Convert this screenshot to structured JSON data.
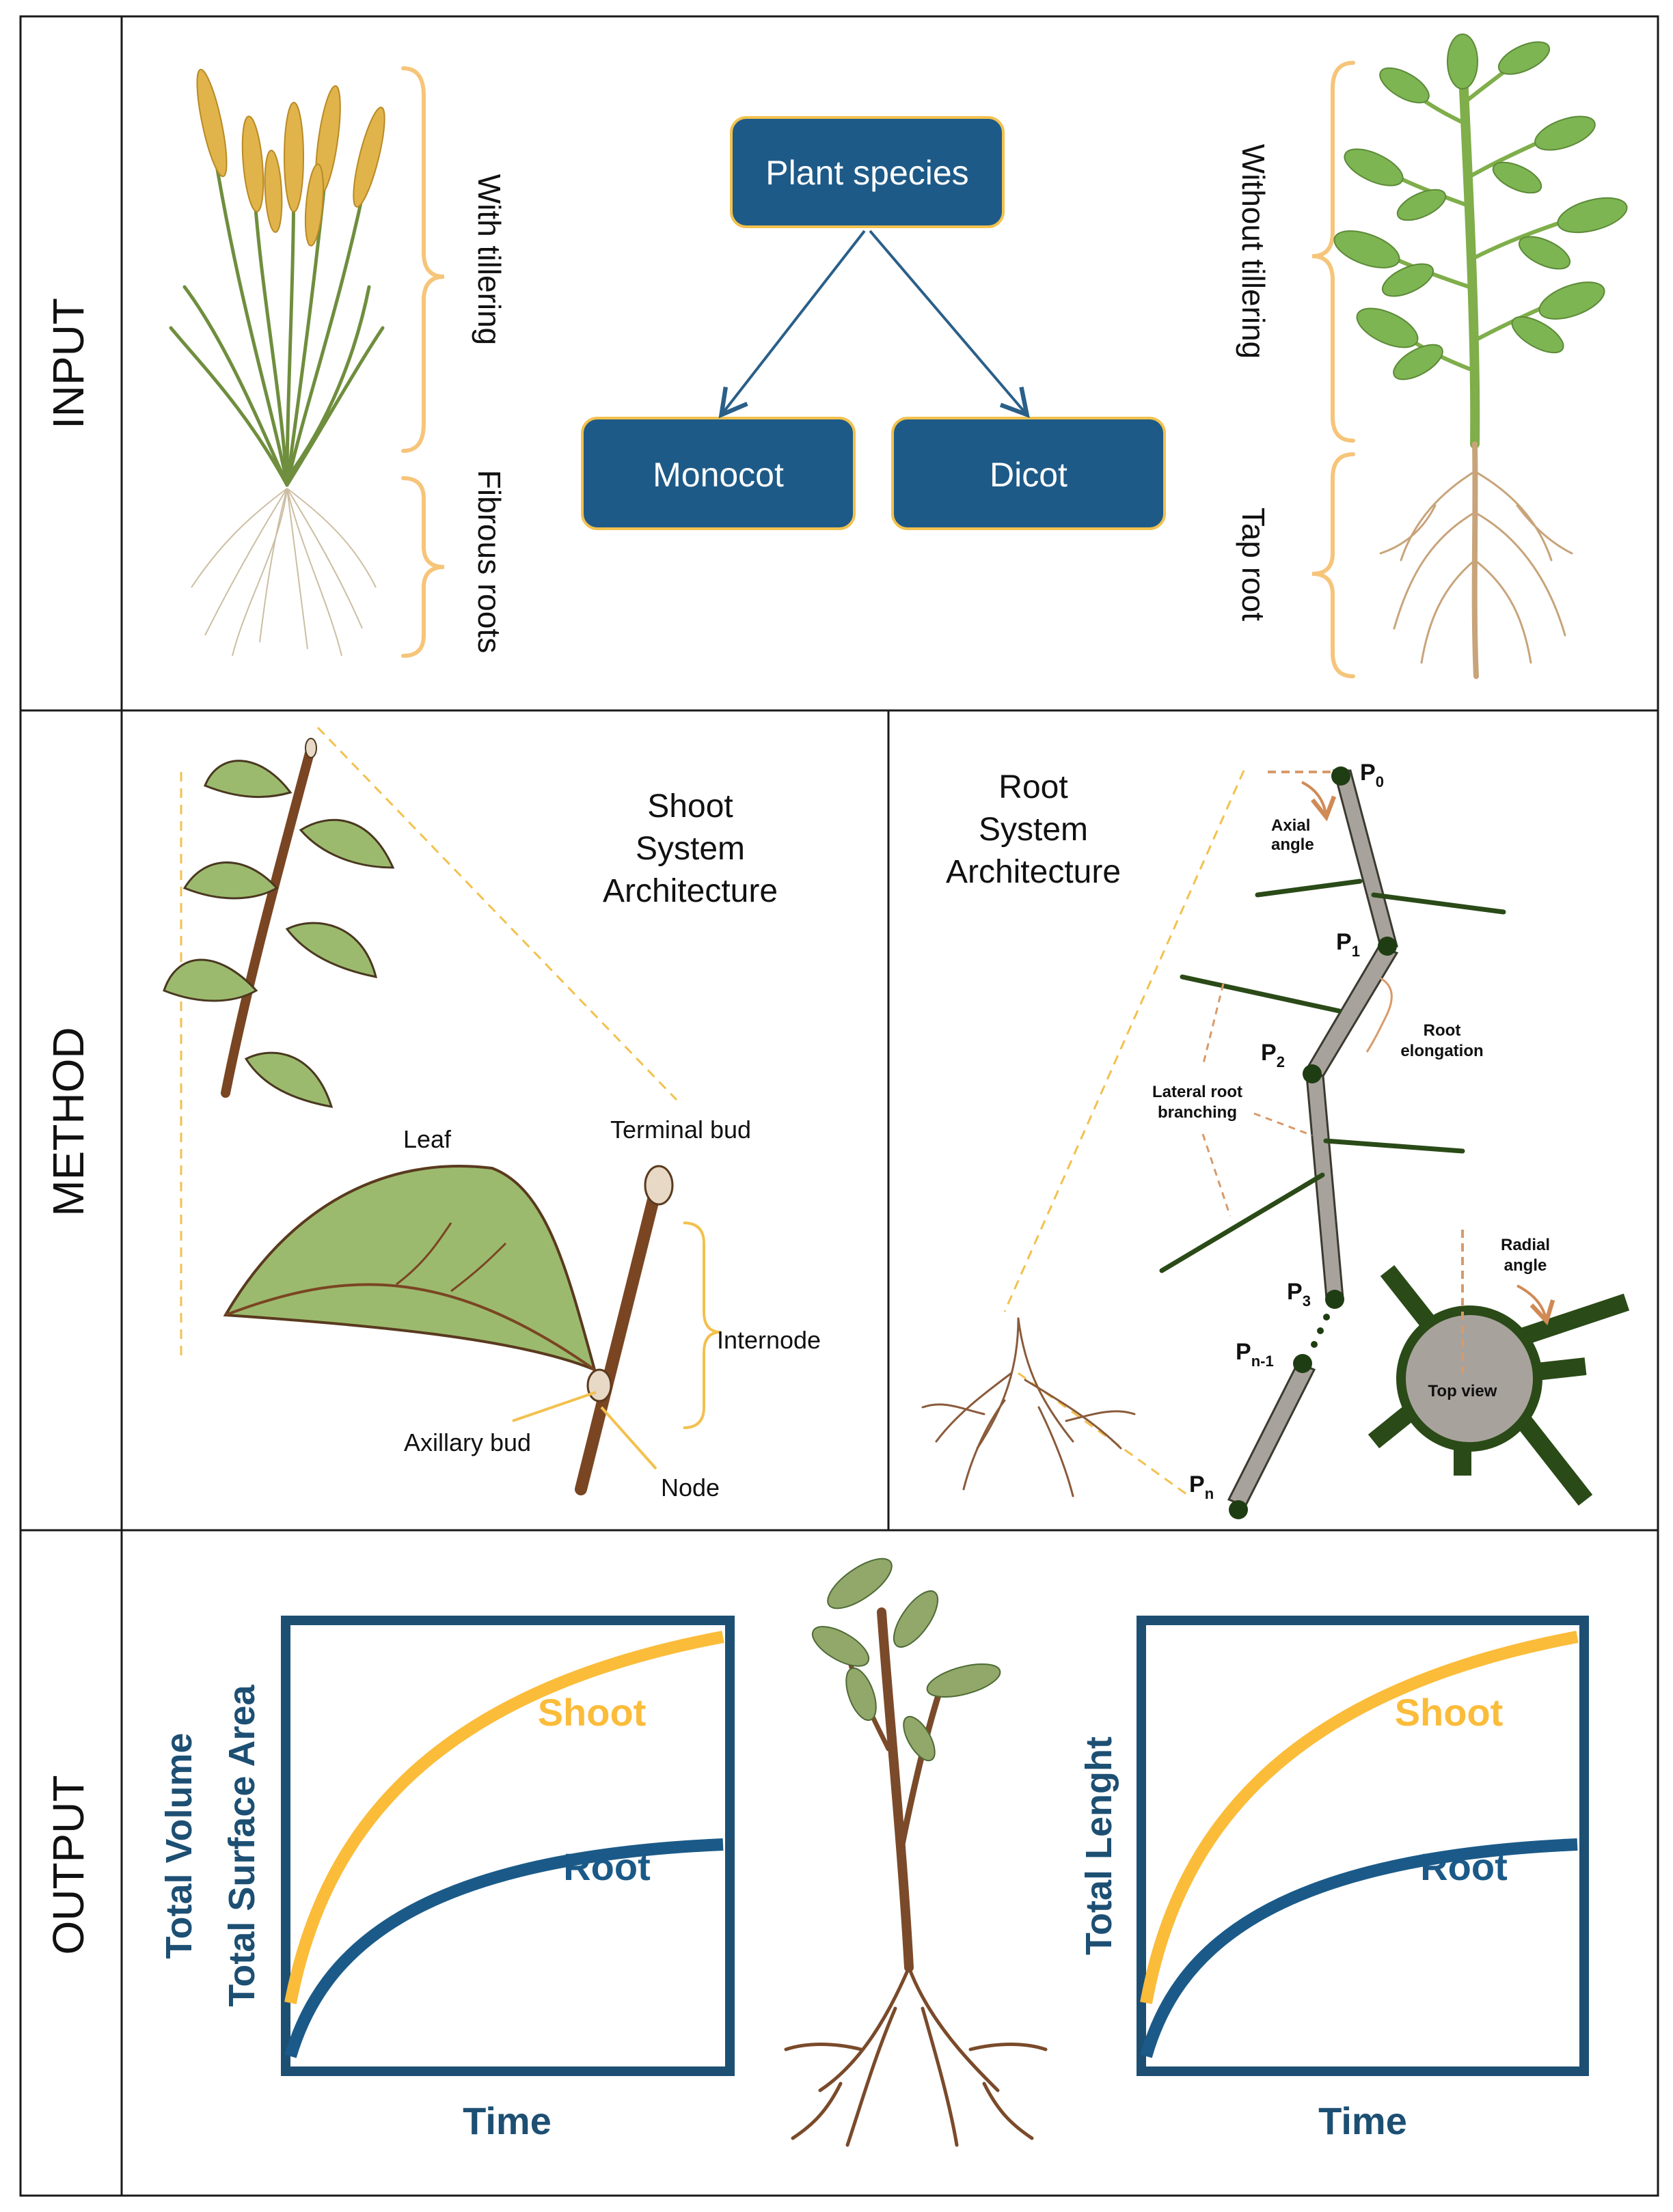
{
  "sections": {
    "input": {
      "label": "INPUT",
      "monocot_brackets": [
        "With tillering",
        "Fibrous roots"
      ],
      "dicot_brackets": [
        "Without tillering",
        "Tap root"
      ],
      "flow": {
        "root": "Plant species",
        "left": "Monocot",
        "right": "Dicot"
      }
    },
    "method": {
      "label": "METHOD",
      "shoot": {
        "title": [
          "Shoot",
          "System",
          "Architecture"
        ],
        "labels": {
          "leaf": "Leaf",
          "terminal_bud": "Terminal bud",
          "internode": "Internode",
          "axillary_bud": "Axillary bud",
          "node": "Node"
        }
      },
      "root": {
        "title": [
          "Root",
          "System",
          "Architecture"
        ],
        "points": {
          "p0": "P",
          "p0_sub": "0",
          "p1": "P",
          "p1_sub": "1",
          "p2": "P",
          "p2_sub": "2",
          "p3": "P",
          "p3_sub": "3",
          "pn1": "P",
          "pn1_sub": "n-1",
          "pn": "P",
          "pn_sub": "n"
        },
        "labels": {
          "axial_angle": [
            "Axial",
            "angle"
          ],
          "root_elongation": [
            "Root",
            "elongation"
          ],
          "lateral_branching": [
            "Lateral root",
            "branching"
          ],
          "radial_angle": [
            "Radial",
            "angle"
          ],
          "top_view": "Top view"
        }
      }
    },
    "output": {
      "label": "OUTPUT",
      "left_chart": {
        "ylabel": [
          "Total Volume",
          "Total Surface Area"
        ],
        "xlabel": "Time",
        "series": [
          "Shoot",
          "Root"
        ]
      },
      "right_chart": {
        "ylabel": "Total Lenght",
        "xlabel": "Time",
        "series": [
          "Shoot",
          "Root"
        ]
      }
    }
  },
  "colors": {
    "box_fill": "#1e5a87",
    "box_border": "#f2c14e",
    "bracket": "#f6c57a",
    "shoot_curve": "#fbbc3a",
    "root_curve": "#1b5a88",
    "chart_frame": "#1d4f73",
    "stem": "#7a4522",
    "leaf": "#9cba6e",
    "root_seg": "#a8a29c",
    "lateral": "#2a4a17",
    "annot": "#d89a6a"
  }
}
